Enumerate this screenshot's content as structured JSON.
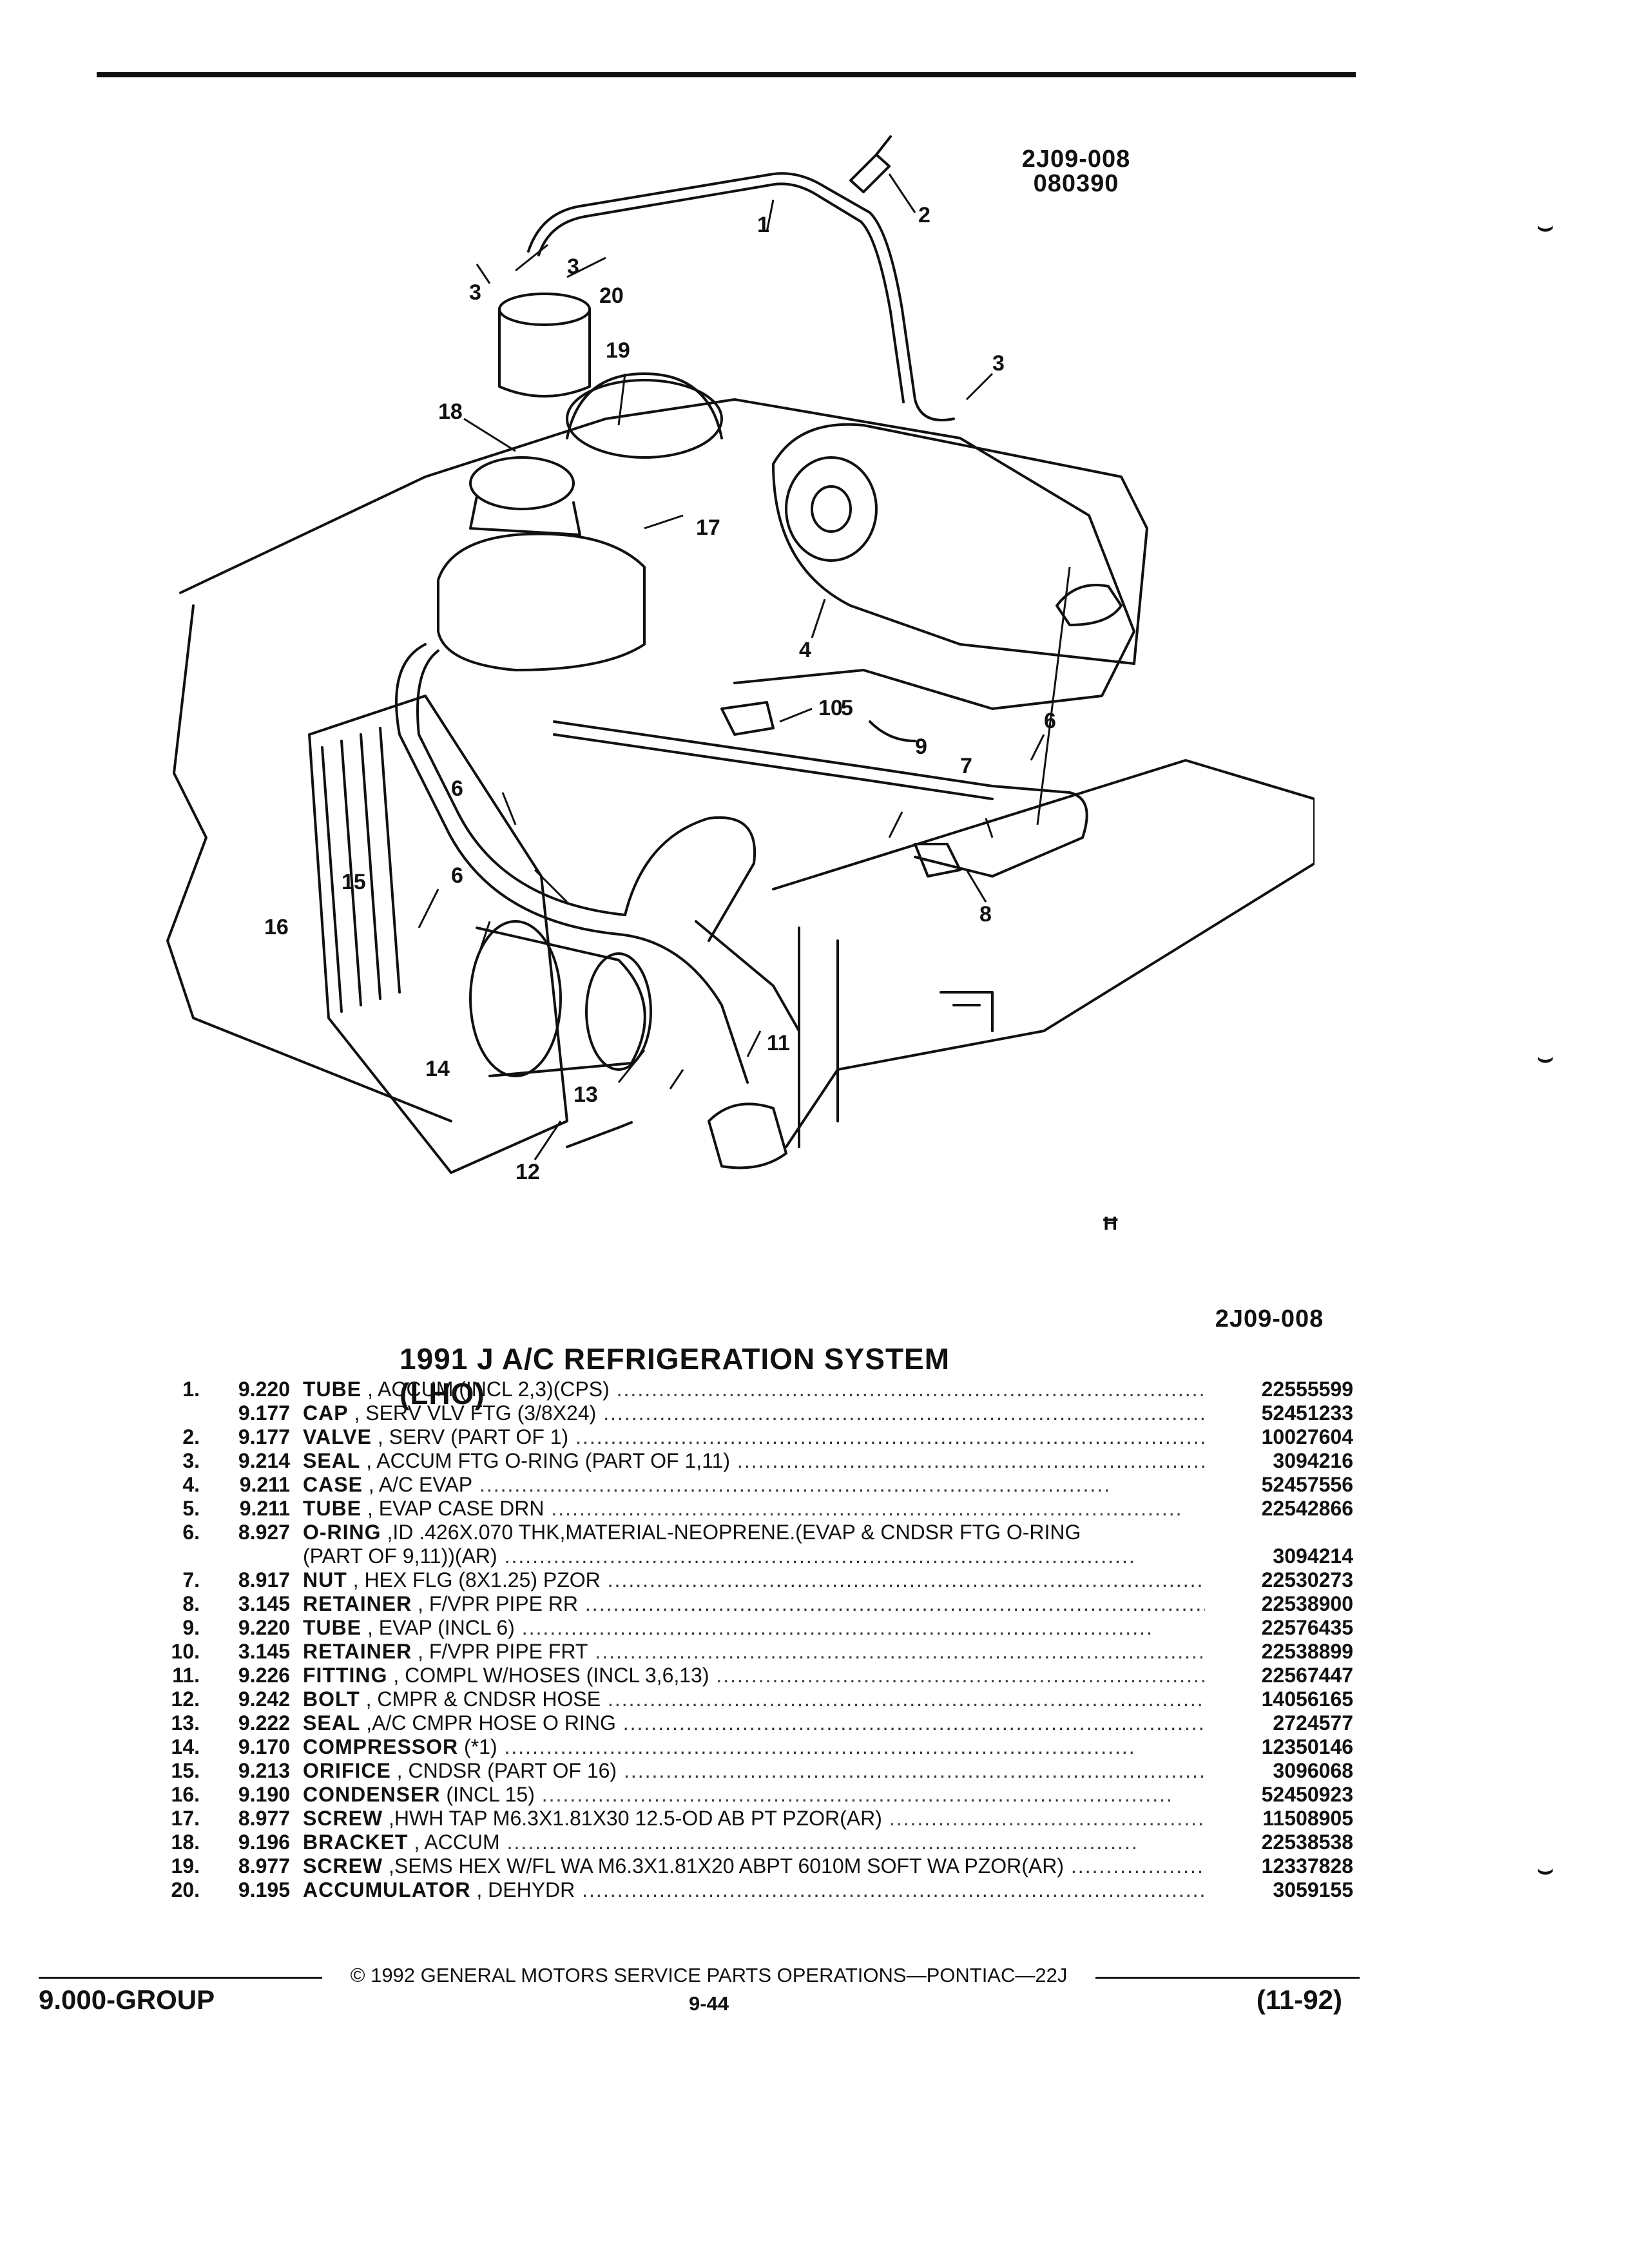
{
  "header": {
    "ref_code": "2J09-008",
    "ref_date": "080390",
    "ref_code_lower": "2J09-008"
  },
  "diagram": {
    "callouts": [
      "1",
      "2",
      "3",
      "3",
      "3",
      "4",
      "5",
      "6",
      "6",
      "6",
      "7",
      "8",
      "9",
      "10",
      "11",
      "12",
      "13",
      "14",
      "15",
      "16",
      "17",
      "18",
      "19",
      "20"
    ],
    "logo": "ꟸ"
  },
  "title": "1991 J A/C REFRIGERATION SYSTEM (LHO)",
  "parts": [
    {
      "num": "1.",
      "code": "9.220",
      "name": "TUBE",
      "detail": ", ACCUM (INCL 2,3)(CPS)",
      "pn": "22555599"
    },
    {
      "num": "",
      "code": "9.177",
      "name": "CAP",
      "detail": ", SERV VLV FTG (3/8X24)",
      "pn": "52451233"
    },
    {
      "num": "2.",
      "code": "9.177",
      "name": "VALVE",
      "detail": ", SERV (PART OF 1)",
      "pn": "10027604"
    },
    {
      "num": "3.",
      "code": "9.214",
      "name": "SEAL",
      "detail": ", ACCUM FTG O-RING (PART OF 1,11)",
      "pn": "3094216"
    },
    {
      "num": "4.",
      "code": "9.211",
      "name": "CASE",
      "detail": ", A/C EVAP",
      "pn": "52457556"
    },
    {
      "num": "5.",
      "code": "9.211",
      "name": "TUBE",
      "detail": ", EVAP CASE DRN",
      "pn": "22542866"
    },
    {
      "num": "6.",
      "code": "8.927",
      "name": "O-RING",
      "detail": ",ID .426X.070 THK,MATERIAL-NEOPRENE.(EVAP & CNDSR FTG O-RING",
      "detail2": "(PART OF 9,11))(AR)",
      "pn": "3094214"
    },
    {
      "num": "7.",
      "code": "8.917",
      "name": "NUT",
      "detail": ", HEX FLG (8X1.25) PZOR",
      "pn": "22530273"
    },
    {
      "num": "8.",
      "code": "3.145",
      "name": "RETAINER",
      "detail": ", F/VPR PIPE RR",
      "pn": "22538900"
    },
    {
      "num": "9.",
      "code": "9.220",
      "name": "TUBE",
      "detail": ", EVAP (INCL 6)",
      "pn": "22576435"
    },
    {
      "num": "10.",
      "code": "3.145",
      "name": "RETAINER",
      "detail": ", F/VPR PIPE FRT",
      "pn": "22538899"
    },
    {
      "num": "11.",
      "code": "9.226",
      "name": "FITTING",
      "detail": ", COMPL W/HOSES (INCL 3,6,13)",
      "pn": "22567447"
    },
    {
      "num": "12.",
      "code": "9.242",
      "name": "BOLT",
      "detail": ", CMPR & CNDSR HOSE",
      "pn": "14056165"
    },
    {
      "num": "13.",
      "code": "9.222",
      "name": "SEAL",
      "detail": ",A/C CMPR HOSE O RING",
      "pn": "2724577"
    },
    {
      "num": "14.",
      "code": "9.170",
      "name": "COMPRESSOR",
      "detail": "(*1)",
      "pn": "12350146"
    },
    {
      "num": "15.",
      "code": "9.213",
      "name": "ORIFICE",
      "detail": ", CNDSR (PART OF 16)",
      "pn": "3096068"
    },
    {
      "num": "16.",
      "code": "9.190",
      "name": "CONDENSER",
      "detail": "(INCL 15)",
      "pn": "52450923"
    },
    {
      "num": "17.",
      "code": "8.977",
      "name": "SCREW",
      "detail": ",HWH TAP M6.3X1.81X30 12.5-OD AB PT PZOR(AR)",
      "pn": "11508905"
    },
    {
      "num": "18.",
      "code": "9.196",
      "name": "BRACKET",
      "detail": ", ACCUM",
      "pn": "22538538"
    },
    {
      "num": "19.",
      "code": "8.977",
      "name": "SCREW",
      "detail": ",SEMS HEX W/FL WA M6.3X1.81X20 ABPT 6010M SOFT WA PZOR(AR)",
      "pn": "12337828"
    },
    {
      "num": "20.",
      "code": "9.195",
      "name": "ACCUMULATOR",
      "detail": ", DEHYDR",
      "pn": "3059155"
    }
  ],
  "footer": {
    "group": "9.000-GROUP",
    "copyright": "© 1992 GENERAL MOTORS SERVICE PARTS OPERATIONS—PONTIAC—22J",
    "page": "9-44",
    "date": "(11-92)"
  }
}
